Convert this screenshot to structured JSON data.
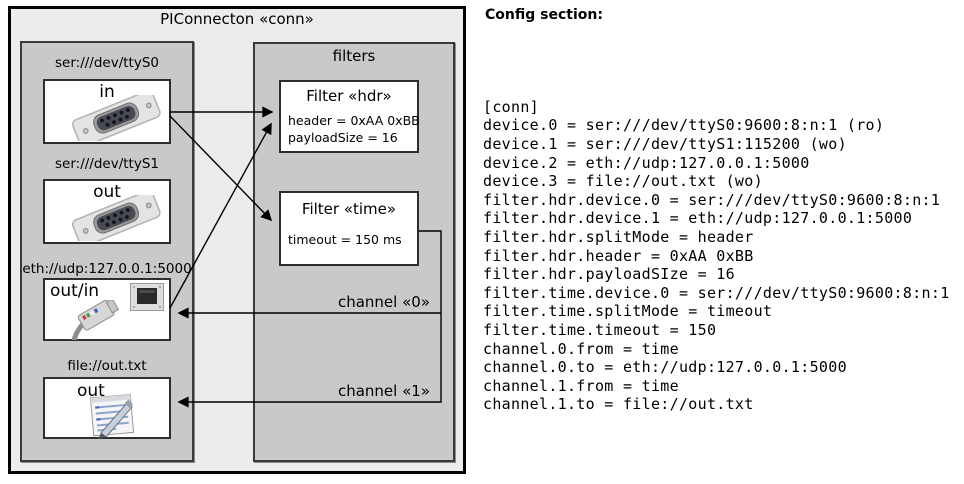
{
  "diagram": {
    "title": "PIConnecton «conn»",
    "devices": [
      {
        "uri": "ser:///dev/ttyS0",
        "port_label": "in",
        "icon": "serial-connector"
      },
      {
        "uri": "ser:///dev/ttyS1",
        "port_label": "out",
        "icon": "serial-connector"
      },
      {
        "uri": "eth://udp:127.0.0.1:5000",
        "port_label": "out/in",
        "icon": "ethernet-connector"
      },
      {
        "uri": "file://out.txt",
        "port_label": "out",
        "icon": "file-note"
      }
    ],
    "filters_panel": {
      "title": "filters",
      "filters": [
        {
          "title": "Filter «hdr»",
          "lines": [
            "header = 0xAA 0xBB",
            "payloadSize = 16"
          ]
        },
        {
          "title": "Filter «time»",
          "lines": [
            "timeout = 150 ms"
          ]
        }
      ]
    },
    "channels": [
      {
        "label": "channel «0»"
      },
      {
        "label": "channel «1»"
      }
    ]
  },
  "config": {
    "heading": "Config section:",
    "lines": [
      "[conn]",
      "device.0 = ser:///dev/ttyS0:9600:8:n:1 (ro)",
      "device.1 = ser:///dev/ttyS1:115200 (wo)",
      "device.2 = eth://udp:127.0.0.1:5000",
      "device.3 = file://out.txt (wo)",
      "filter.hdr.device.0 = ser:///dev/ttyS0:9600:8:n:1",
      "filter.hdr.device.1 = eth://udp:127.0.0.1:5000",
      "filter.hdr.splitMode = header",
      "filter.hdr.header = 0xAA 0xBB",
      "filter.hdr.payloadSIze = 16",
      "filter.time.device.0 = ser:///dev/ttyS0:9600:8:n:1",
      "filter.time.splitMode = timeout",
      "filter.time.timeout = 150",
      "channel.0.from = time",
      "channel.0.to = eth://udp:127.0.0.1:5000",
      "channel.1.from = time",
      "channel.1.to = file://out.txt"
    ]
  },
  "colors": {
    "outer_fill": "#ececec",
    "panel_fill": "#c9c9c9",
    "box_fill": "#ffffff",
    "line": "#000000"
  }
}
